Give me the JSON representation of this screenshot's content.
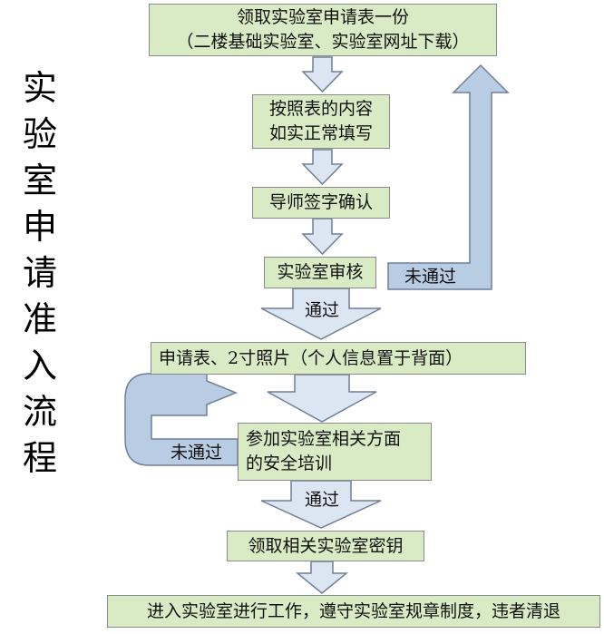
{
  "title_chars": [
    "实",
    "验",
    "室",
    "申",
    "请",
    "准",
    "入",
    "流",
    "程"
  ],
  "boxes": {
    "get_form": {
      "line1": "领取实验室申请表一份",
      "line2": "（二楼基础实验室、实验室网址下载）"
    },
    "fill_form": {
      "line1": "按照表的内容",
      "line2": "如实正常填写"
    },
    "advisor_sign": {
      "line1": "导师签字确认"
    },
    "lab_review": {
      "line1": "实验室审核"
    },
    "submit_docs": {
      "line1": "申请表、2寸照片（个人信息置于背面）"
    },
    "training": {
      "line1": "参加实验室相关方面",
      "line2": "的安全培训"
    },
    "get_key": {
      "line1": "领取相关实验室密钥"
    },
    "enter_lab": {
      "line1": "进入实验室进行工作，遵守实验室规章制度，违者清退"
    }
  },
  "labels": {
    "review_fail": "未通过",
    "review_pass": "通过",
    "training_fail": "未通过",
    "training_pass": "通过"
  },
  "colors": {
    "box_fill": "#d8ebc5",
    "arrow_fill": "#dce6f2",
    "loop_fill": "#b8cce4",
    "outline": "#6f7f96"
  }
}
